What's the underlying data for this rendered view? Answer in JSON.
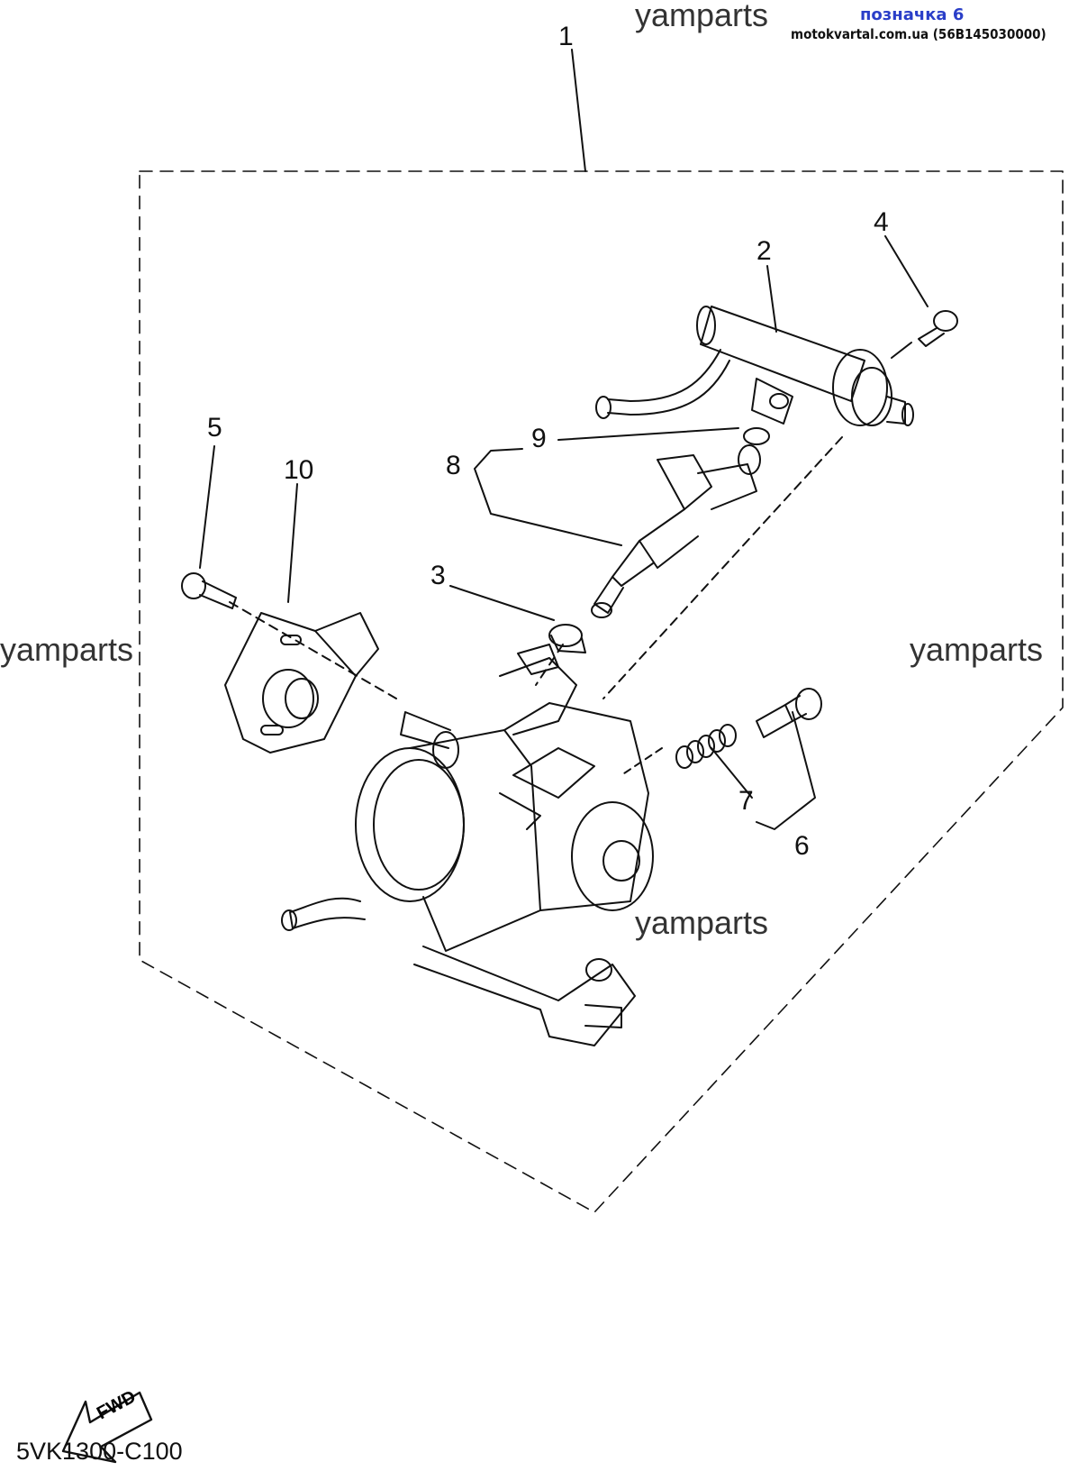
{
  "header": {
    "watermark_top": "yamparts",
    "marker_label": "позначка 6",
    "source_label": "motokvartal.com.ua (56B145030000)"
  },
  "watermarks": {
    "left": "yamparts",
    "right": "yamparts",
    "center": "yamparts"
  },
  "callouts": {
    "c1": "1",
    "c2": "2",
    "c3": "3",
    "c4": "4",
    "c5": "5",
    "c6": "6",
    "c7": "7",
    "c8": "8",
    "c9": "9",
    "c10": "10"
  },
  "fwd_label": "FWD",
  "diagram_code": "5VK1300-C100"
}
